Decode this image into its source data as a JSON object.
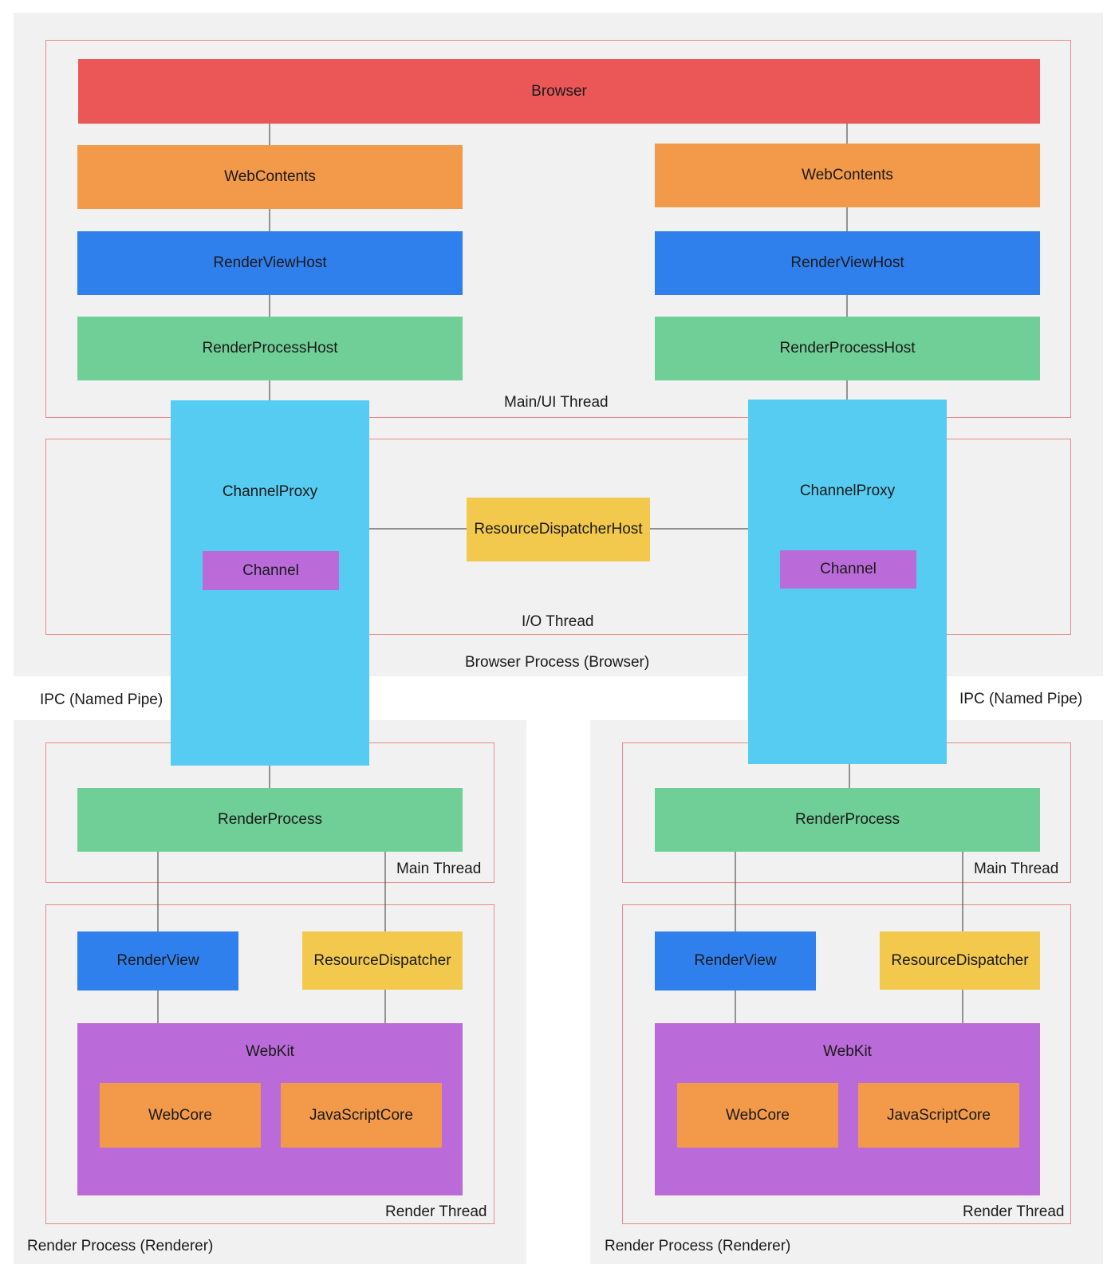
{
  "regions": {
    "browser_process": "Browser Process (Browser)",
    "render_process_left": "Render Process (Renderer)",
    "render_process_right": "Render Process (Renderer)"
  },
  "threads": {
    "main_ui": "Main/UI Thread",
    "io": "I/O Thread",
    "main_left": "Main Thread",
    "render_left": "Render Thread",
    "main_right": "Main Thread",
    "render_right": "Render Thread"
  },
  "ipc": {
    "left": "IPC (Named Pipe)",
    "right": "IPC (Named Pipe)"
  },
  "browser": {
    "browser": "Browser",
    "left": {
      "web_contents": "WebContents",
      "render_view_host": "RenderViewHost",
      "render_process_host": "RenderProcessHost",
      "channel_proxy": "ChannelProxy",
      "channel": "Channel"
    },
    "right": {
      "web_contents": "WebContents",
      "render_view_host": "RenderViewHost",
      "render_process_host": "RenderProcessHost",
      "channel_proxy": "ChannelProxy",
      "channel": "Channel"
    },
    "resource_dispatcher_host": "ResourceDispatcherHost"
  },
  "renderer_left": {
    "render_process": "RenderProcess",
    "render_view": "RenderView",
    "resource_dispatcher": "ResourceDispatcher",
    "webkit": "WebKit",
    "webcore": "WebCore",
    "javascriptcore": "JavaScriptCore"
  },
  "renderer_right": {
    "render_process": "RenderProcess",
    "render_view": "RenderView",
    "resource_dispatcher": "ResourceDispatcher",
    "webkit": "WebKit",
    "webcore": "WebCore",
    "javascriptcore": "JavaScriptCore"
  },
  "colors": {
    "browser": "#eb5757",
    "web_contents": "#f2994a",
    "render_view_host": "#2f80ed",
    "render_process_host": "#6fcf97",
    "channel_proxy": "#56ccf2",
    "channel": "#bb6bd9",
    "resource_dispatcher": "#f2c94c",
    "thread_border": "#e88a8a",
    "region_background": "#f1f1f1"
  }
}
